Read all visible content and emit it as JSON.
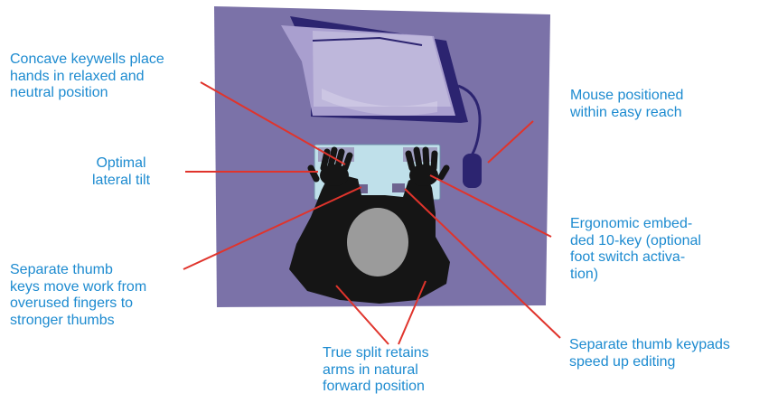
{
  "labels": {
    "concave_keywells": "Concave keywells place\nhands in relaxed and\nneutral position",
    "lateral_tilt": "Optimal\nlateral tilt",
    "thumb_keys": "Separate thumb\nkeys move work from\noverused fingers to\nstronger thumbs",
    "true_split": "True split retains\narms in natural\nforward position",
    "mouse": "Mouse positioned\nwithin easy reach",
    "ten_key": "Ergonomic embed-\nded 10-key (optional\nfoot switch activa-\ntion)",
    "thumb_keypads": "Separate thumb keypads\nspeed up editing"
  },
  "colors": {
    "label_text": "#1d8bd0",
    "leader_line": "#e0342c",
    "desk": "#7b72a8",
    "monitor": "#a99fcf",
    "keyboard": "#bfe0ea",
    "person": "#151515",
    "head": "#9b9b9b"
  }
}
